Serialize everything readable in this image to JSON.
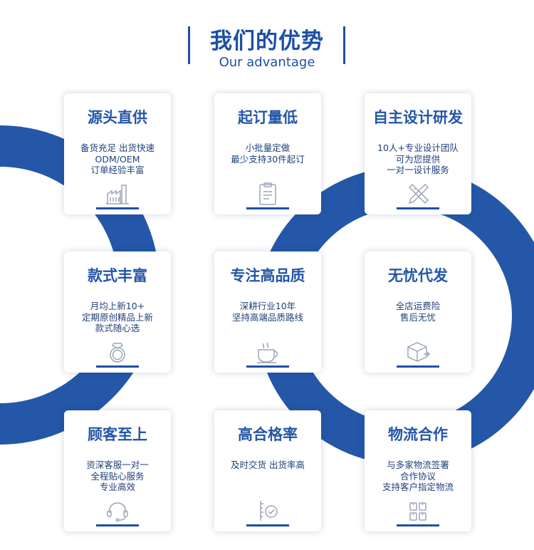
{
  "header": {
    "title": "我们的优势",
    "subtitle": "Our advantage"
  },
  "cards": [
    {
      "title": "源头直供",
      "desc": "备货充足 出货快速\nODM/OEM\n订单经验丰富",
      "icon": "factory-icon"
    },
    {
      "title": "起订量低",
      "desc": "小批量定做\n最少支持30件起订",
      "icon": "clipboard-icon"
    },
    {
      "title": "自主设计研发",
      "desc": "10人+专业设计团队\n可为您提供\n一对一设计服务",
      "icon": "ruler-pencil-icon"
    },
    {
      "title": "款式丰富",
      "desc": "月均上新10+\n定期原创精品上新\n款式随心选",
      "icon": "ring-icon"
    },
    {
      "title": "专注高品质",
      "desc": "深耕行业10年\n坚持高端品质路线",
      "icon": "tea-cup-icon"
    },
    {
      "title": "无忧代发",
      "desc": "全店运费险\n售后无忧",
      "icon": "shipping-box-icon"
    },
    {
      "title": "顾客至上",
      "desc": "资深客服一对一\n全程贴心服务\n专业高效",
      "icon": "headset-icon"
    },
    {
      "title": "高合格率",
      "desc": "及时交货 出货率高",
      "icon": "quality-check-icon"
    },
    {
      "title": "物流合作",
      "desc": "与多家物流签署\n合作协议\n支持客户指定物流",
      "icon": "logistics-boxes-icon"
    }
  ],
  "colors": {
    "brand": "#1e4fa6",
    "ring": "#2457a8",
    "title_text": "#2456a8",
    "body_text": "#1f3f7a",
    "icon_stroke": "#9aa5b8"
  }
}
